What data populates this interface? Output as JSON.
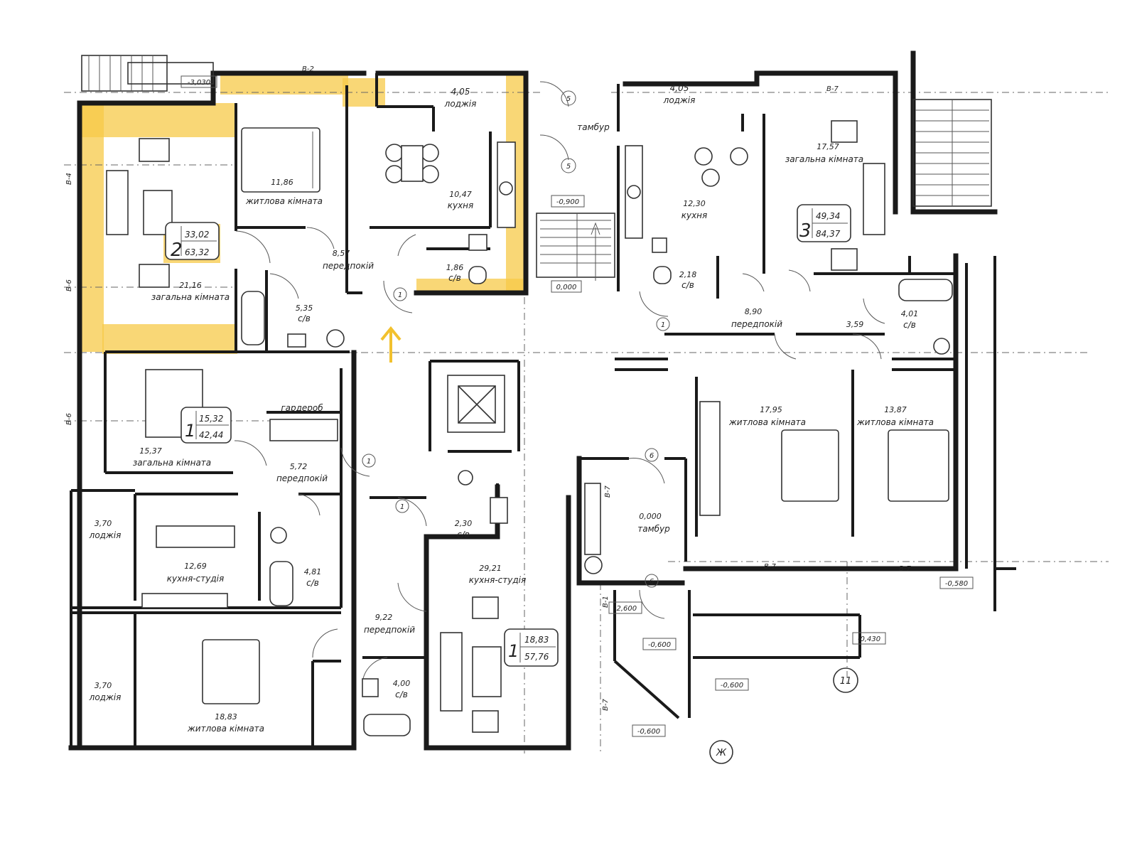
{
  "apartments": {
    "a1_left": {
      "number": "1",
      "living_area": "15,32",
      "total_area": "42,44"
    },
    "a2": {
      "number": "2",
      "living_area": "33,02",
      "total_area": "63,32"
    },
    "a3": {
      "number": "3",
      "living_area": "49,34",
      "total_area": "84,37"
    },
    "a1_center": {
      "number": "1",
      "living_area": "18,83",
      "total_area": "57,76"
    }
  },
  "rooms": {
    "a2_loggia": {
      "area": "4,05",
      "name": "лоджія"
    },
    "a2_bedroom": {
      "area": "11,86",
      "name": "житлова кімната"
    },
    "a2_kitchen": {
      "area": "10,47",
      "name": "кухня"
    },
    "a2_living": {
      "area": "21,16",
      "name": "загальна кімната"
    },
    "a2_bath": {
      "area": "5,35",
      "name": "с/в"
    },
    "a2_hall": {
      "area": "8,57",
      "name": "передпокій"
    },
    "a2_wc": {
      "area": "1,86",
      "name": "с/в"
    },
    "a3_loggia": {
      "area": "4,05",
      "name": "лоджія"
    },
    "a3_kitchen": {
      "area": "12,30",
      "name": "кухня"
    },
    "a3_living": {
      "area": "17,57",
      "name": "загальна кімната"
    },
    "a3_wc": {
      "area": "2,18",
      "name": "с/в"
    },
    "a3_hall": {
      "area": "8,90",
      "name": "передпокій"
    },
    "a3_corridor": {
      "area": "3,59"
    },
    "a3_bath": {
      "area": "4,01",
      "name": "с/в"
    },
    "a3_bedroom1": {
      "area": "17,95",
      "name": "житлова кімната"
    },
    "a3_bedroom2": {
      "area": "13,87",
      "name": "житлова кімната"
    },
    "a1l_wardrobe": {
      "name": "гардероб"
    },
    "a1l_living": {
      "area": "15,37",
      "name": "загальна кімната"
    },
    "a1l_hall": {
      "area": "5,72",
      "name": "передпокій"
    },
    "a1l_kitchen": {
      "area": "12,69",
      "name": "кухня-студія"
    },
    "a1l_bath": {
      "area": "4,81",
      "name": "с/в"
    },
    "left_loggia1": {
      "area": "3,70",
      "name": "лоджія"
    },
    "left_loggia2": {
      "area": "3,70",
      "name": "лоджія"
    },
    "a1c_wc": {
      "area": "2,30",
      "name": "с/в"
    },
    "a1c_kitchen": {
      "area": "29,21",
      "name": "кухня-студія"
    },
    "a1c_hall": {
      "area": "9,22",
      "name": "передпокій"
    },
    "a1c_bath": {
      "area": "4,00",
      "name": "с/в"
    },
    "a1c_bedroom": {
      "area": "18,83",
      "name": "житлова кімната"
    },
    "vestibule_top": {
      "name": "тамбур"
    },
    "vestibule_mid": {
      "level": "0,000",
      "name": "тамбур"
    }
  },
  "levels": [
    "-3,030",
    "-0,900",
    "0,000",
    "-0,580",
    "-2,600",
    "-0,600",
    "-0,430",
    "-0,600",
    "-0,600"
  ],
  "axes": [
    "В-2",
    "В-4",
    "В-6",
    "В-6",
    "В-7",
    "В-7",
    "В-7",
    "В-1",
    "В-7",
    "В-7"
  ],
  "grid_marks": [
    "11",
    "Ж"
  ],
  "door_tags": [
    "5",
    "5",
    "1",
    "1",
    "1",
    "1",
    "6",
    "6"
  ],
  "colors": {
    "highlight": "#f7c948",
    "line": "#1a1a1a"
  }
}
